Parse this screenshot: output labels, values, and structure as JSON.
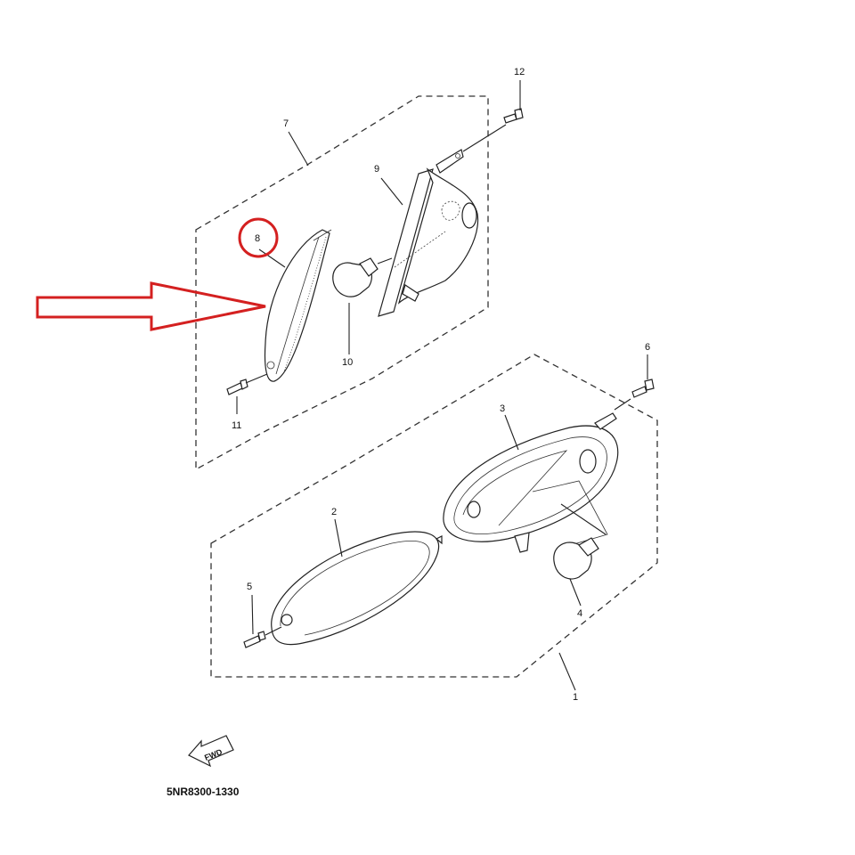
{
  "diagram": {
    "part_code": "5NR8300-1330",
    "fwd_label": "FWD",
    "highlight_color": "#d42020",
    "line_color": "#222222",
    "background": "#ffffff",
    "callouts": [
      {
        "id": "1",
        "text": "1"
      },
      {
        "id": "2",
        "text": "2"
      },
      {
        "id": "3",
        "text": "3"
      },
      {
        "id": "4",
        "text": "4"
      },
      {
        "id": "5",
        "text": "5"
      },
      {
        "id": "6",
        "text": "6"
      },
      {
        "id": "7",
        "text": "7"
      },
      {
        "id": "8",
        "text": "8"
      },
      {
        "id": "9",
        "text": "9"
      },
      {
        "id": "10",
        "text": "10"
      },
      {
        "id": "11",
        "text": "11"
      },
      {
        "id": "12",
        "text": "12"
      }
    ],
    "highlighted_callout": "8",
    "pointer_arrow": "red-outline-arrow-right"
  }
}
